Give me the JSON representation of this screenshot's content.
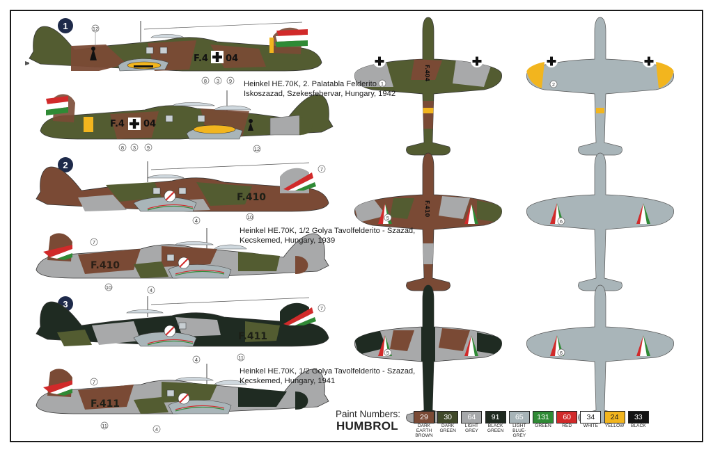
{
  "schemes": [
    {
      "number": "1",
      "title_line1": "Heinkel HE.70K, 2. Palatabla Felderito",
      "title_line2": "Iskoszazad, Szekesfehervar, Hungary, 1942",
      "code_left": "F.4",
      "code_right": "04"
    },
    {
      "number": "2",
      "title_line1": "Heinkel HE.70K, 1/2 Golya Tavolfelderito - Szazad,",
      "title_line2": "Kecskemed, Hungary, 1939",
      "code": "F.410"
    },
    {
      "number": "3",
      "title_line1": "Heinkel HE.70K, 1/2 Golya Tavolfelderito - Szazad,",
      "title_line2": "Kecskemed, Hungary, 1941",
      "code": "F.411"
    }
  ],
  "callouts": {
    "s1_top": [
      "12",
      "8",
      "3",
      "9"
    ],
    "s1_bottom": [
      "8",
      "3",
      "9",
      "12"
    ],
    "s1_plan_top": "1",
    "s1_plan_bottom": "2",
    "s2_side_a": [
      "7",
      "4",
      "10"
    ],
    "s2_side_b": [
      "7",
      "10",
      "4"
    ],
    "s2_plan": [
      "5",
      "6"
    ],
    "s3_side_a": [
      "7",
      "4",
      "11"
    ],
    "s3_side_b": [
      "7",
      "11",
      "4"
    ],
    "s3_plan": [
      "5",
      "6"
    ]
  },
  "paint": {
    "heading": "Paint Numbers:",
    "brand": "HUMBROL",
    "chips": [
      {
        "num": "29",
        "name_l1": "DARK",
        "name_l2": "EARTH",
        "name_l3": "BROWN",
        "color": "#7a4a35",
        "text_color": "#ffffff"
      },
      {
        "num": "30",
        "name_l1": "DARK",
        "name_l2": "GREEN",
        "name_l3": "",
        "color": "#414a2a",
        "text_color": "#ffffff"
      },
      {
        "num": "64",
        "name_l1": "LIGHT",
        "name_l2": "GREY",
        "name_l3": "",
        "color": "#a6a8aa",
        "text_color": "#ffffff"
      },
      {
        "num": "91",
        "name_l1": "BLACK",
        "name_l2": "GREEN",
        "name_l3": "",
        "color": "#1f2a20",
        "text_color": "#ffffff"
      },
      {
        "num": "65",
        "name_l1": "LIGHT",
        "name_l2": "BLUE-GREY",
        "name_l3": "",
        "color": "#a7b4b8",
        "text_color": "#ffffff"
      },
      {
        "num": "131",
        "name_l1": "GREEN",
        "name_l2": "",
        "name_l3": "",
        "color": "#2f8a35",
        "text_color": "#ffffff"
      },
      {
        "num": "60",
        "name_l1": "RED",
        "name_l2": "",
        "name_l3": "",
        "color": "#d12a2a",
        "text_color": "#ffffff"
      },
      {
        "num": "34",
        "name_l1": "WHITE",
        "name_l2": "",
        "name_l3": "",
        "color": "#ffffff",
        "text_color": "#222222"
      },
      {
        "num": "24",
        "name_l1": "YELLOW",
        "name_l2": "",
        "name_l3": "",
        "color": "#f2b51e",
        "text_color": "#222222"
      },
      {
        "num": "33",
        "name_l1": "BLACK",
        "name_l2": "",
        "name_l3": "",
        "color": "#141414",
        "text_color": "#ffffff"
      }
    ]
  },
  "colors": {
    "brown": "#7a4a35",
    "dark_green": "#4e5a2c",
    "light_grey": "#a8a9aa",
    "blue_grey": "#a9b5b9",
    "black_green": "#1f2b22",
    "yellow": "#f2b51e"
  }
}
